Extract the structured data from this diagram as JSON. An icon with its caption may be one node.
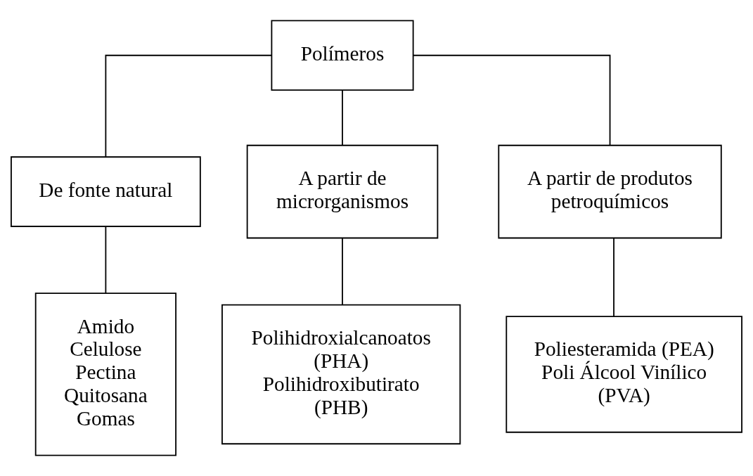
{
  "diagram": {
    "nodes": [
      {
        "text": [
          "Polímeros"
        ]
      },
      {
        "text": [
          "De fonte natural"
        ]
      },
      {
        "text": [
          "A partir de microrganismos"
        ]
      },
      {
        "text": [
          "A partir de produtos petroquímicos"
        ]
      },
      {
        "text": [
          "Amido",
          "Celulose",
          "Pectina",
          "Quitosana",
          "Gomas"
        ]
      },
      {
        "text": [
          "Polihidroxialcanoatos (PHA)",
          "Polihidroxibutirato (PHB)"
        ]
      },
      {
        "text": [
          "Poliesteramida (PEA)",
          "Poli Álcool Vinílico (PVA)"
        ]
      }
    ],
    "edges": [
      {
        "from": 0,
        "to": 1,
        "arrow": "none"
      },
      {
        "from": 0,
        "to": 2,
        "arrow": "none"
      },
      {
        "from": 0,
        "to": 3,
        "arrow": "none"
      },
      {
        "from": 1,
        "to": 4,
        "arrow": "none"
      },
      {
        "from": 2,
        "to": 5,
        "arrow": "none"
      },
      {
        "from": 3,
        "to": 6,
        "arrow": "none"
      }
    ]
  }
}
